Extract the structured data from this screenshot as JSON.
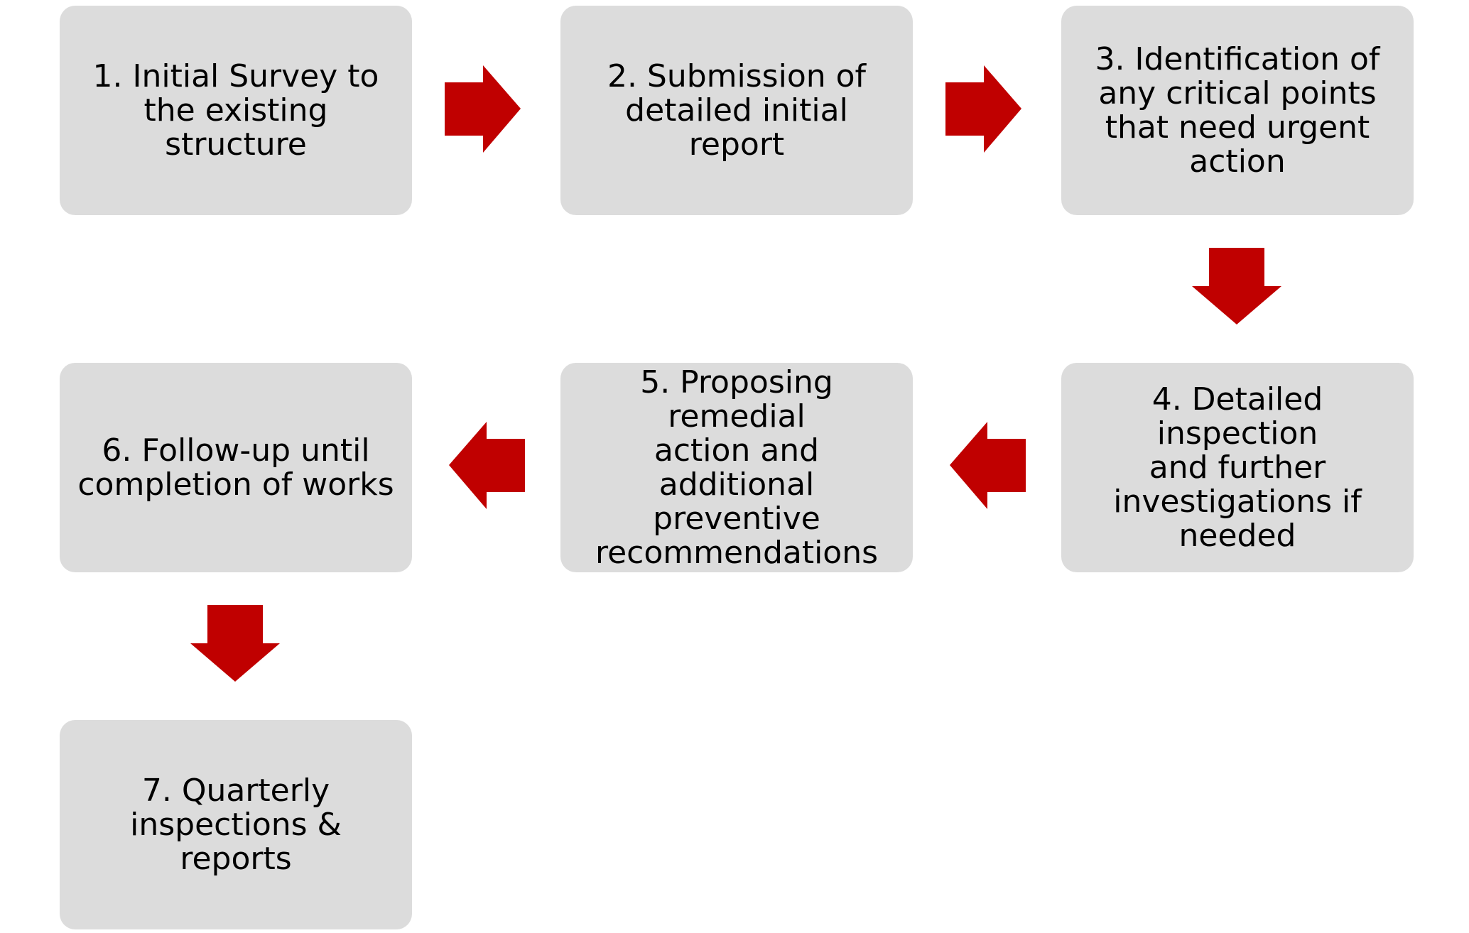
{
  "flowchart": {
    "steps": [
      {
        "label": "1. Initial Survey to\nthe existing structure"
      },
      {
        "label": "2. Submission of\ndetailed initial report"
      },
      {
        "label": "3. Identification of\nany critical points\nthat need urgent\naction"
      },
      {
        "label": "4. Detailed inspection\nand further\ninvestigations if\nneeded"
      },
      {
        "label": "5. Proposing remedial\naction and additional\npreventive\nrecommendations"
      },
      {
        "label": "6. Follow-up until\ncompletion of works"
      },
      {
        "label": "7. Quarterly\ninspections & reports"
      }
    ],
    "arrows": [
      {
        "from": 1,
        "to": 2,
        "direction": "right"
      },
      {
        "from": 2,
        "to": 3,
        "direction": "right"
      },
      {
        "from": 3,
        "to": 4,
        "direction": "down"
      },
      {
        "from": 4,
        "to": 5,
        "direction": "left"
      },
      {
        "from": 5,
        "to": 6,
        "direction": "left"
      },
      {
        "from": 6,
        "to": 7,
        "direction": "down"
      }
    ],
    "colors": {
      "box_fill": "#dcdcdc",
      "arrow_fill": "#c00000",
      "text": "#000000",
      "background": "#ffffff"
    }
  }
}
